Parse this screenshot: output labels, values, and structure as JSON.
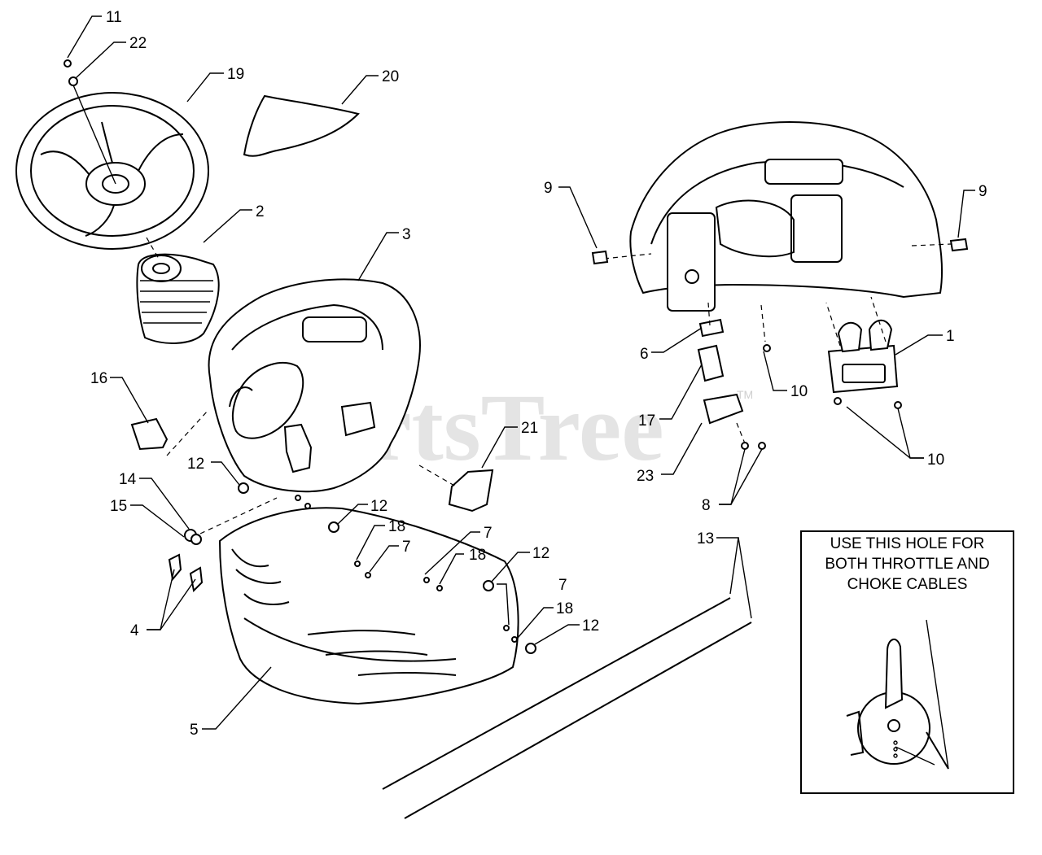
{
  "diagram": {
    "watermark": "PartsTree",
    "trademark": "TM",
    "callouts": {
      "c1": "1",
      "c2": "2",
      "c3": "3",
      "c4": "4",
      "c5": "5",
      "c6": "6",
      "c7a": "7",
      "c7b": "7",
      "c7c": "7",
      "c8": "8",
      "c9a": "9",
      "c9b": "9",
      "c10a": "10",
      "c10b": "10",
      "c11": "11",
      "c12a": "12",
      "c12b": "12",
      "c12c": "12",
      "c12d": "12",
      "c13": "13",
      "c14": "14",
      "c15": "15",
      "c16": "16",
      "c17": "17",
      "c18a": "18",
      "c18b": "18",
      "c18c": "18",
      "c19": "19",
      "c20": "20",
      "c21": "21",
      "c22": "22",
      "c23": "23"
    },
    "inset_note": {
      "line1": "USE THIS HOLE FOR",
      "line2": "BOTH THROTTLE AND",
      "line3": "CHOKE CABLES"
    }
  }
}
